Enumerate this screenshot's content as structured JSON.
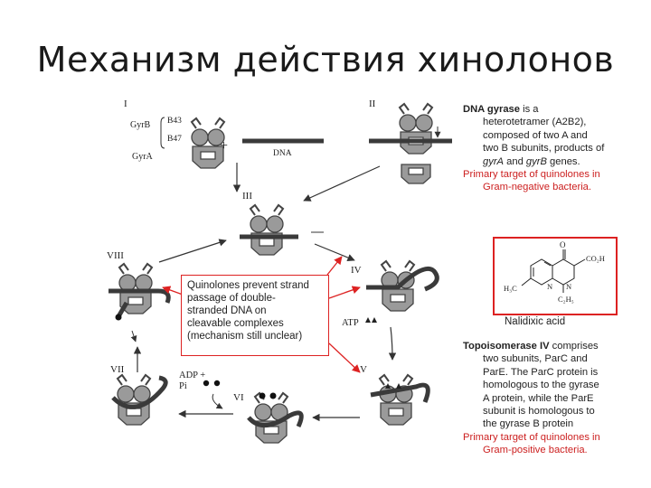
{
  "title": "Механизм действия хинолонов",
  "steps": {
    "i": "I",
    "ii": "II",
    "iii": "III",
    "iv": "IV",
    "v": "V",
    "vi": "VI",
    "vii": "VII",
    "viii": "VIII"
  },
  "subunits": {
    "gyrb": "GyrB",
    "gyra": "GyrA",
    "b43": "B43",
    "b47": "B47",
    "plus": "+"
  },
  "dna_label": "DNA",
  "atp_label": "ATP",
  "adp_label_1": "ADP +",
  "adp_label_2": "Pi",
  "dash": "—",
  "note": {
    "line1": "Quinolones prevent strand",
    "line2": "passage of double-",
    "line3": "stranded DNA on",
    "line4": "cleavable complexes",
    "line5": "(mechanism still unclear)"
  },
  "gyrase": {
    "term": "DNA gyrase",
    "l1_rest": " is a",
    "l2": "heterotetramer (A2B2),",
    "l3": "composed of two A and",
    "l4": "two B subunits, products of",
    "gene_a": "gyrA",
    "and_word": " and ",
    "gene_b": "gyrB",
    "genes_word": " genes.",
    "target1": "Primary target of quinolones in",
    "target2": "Gram-negative bacteria."
  },
  "nalidixic": {
    "name": "Nalidixic acid",
    "o": "O",
    "cooh": "CO₂H",
    "h3c": "H₃C",
    "n1": "N",
    "n2": "N",
    "c2h5": "C₂H₅"
  },
  "topo": {
    "term": "Topoisomerase IV",
    "l1_rest": " comprises",
    "l2": "two subunits, ParC and",
    "l3": "ParE. The ParC protein is",
    "l4": "homologous to the gyrase",
    "l5": "A protein, while the ParE",
    "l6": "subunit is homologous to",
    "l7": "the gyrase B protein",
    "target1": "Primary target of quinolones in",
    "target2": "Gram-positive bacteria."
  },
  "colors": {
    "red": "#cc1f1f",
    "protein": "#9a9a9a",
    "dna": "#3a3a3a"
  }
}
